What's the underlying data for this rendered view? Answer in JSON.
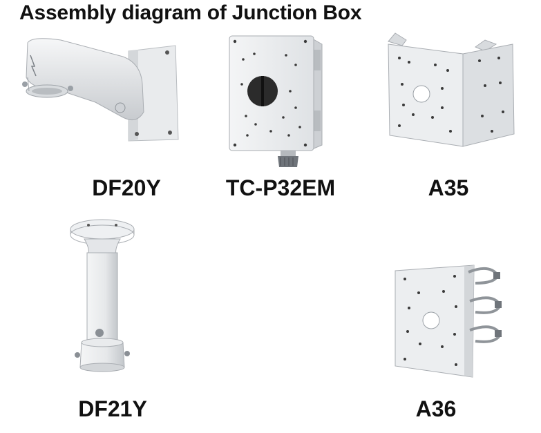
{
  "title": "Assembly diagram of Junction Box",
  "products": [
    {
      "id": "df20y",
      "label": "DF20Y",
      "icon": "wall-mount-bracket-icon"
    },
    {
      "id": "tc-p32em",
      "label": "TC-P32EM",
      "icon": "junction-box-icon"
    },
    {
      "id": "a35",
      "label": "A35",
      "icon": "corner-mount-adapter-icon"
    },
    {
      "id": "df21y",
      "label": "DF21Y",
      "icon": "pendant-mount-pole-icon"
    },
    {
      "id": "a36",
      "label": "A36",
      "icon": "pole-mount-adapter-icon"
    }
  ],
  "colors": {
    "background": "#ffffff",
    "metal_light": "#eef0f2",
    "metal_shade": "#c9ccd0",
    "metal_dark": "#8f9499",
    "hole": "#2b2b2b",
    "text": "#111111"
  }
}
